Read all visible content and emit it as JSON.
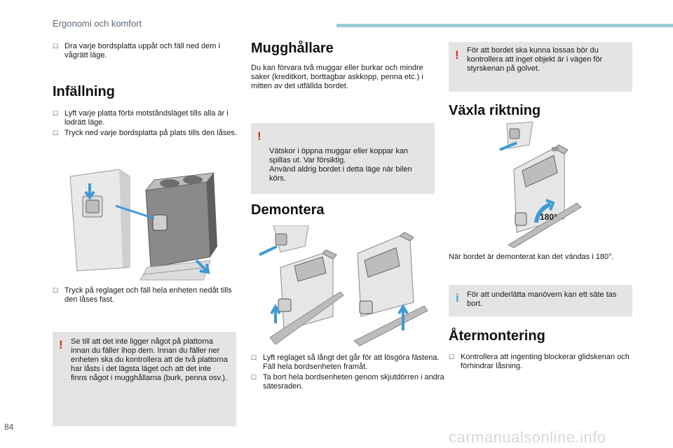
{
  "header": {
    "title": "Ergonomi och komfort"
  },
  "page_number": "84",
  "watermark": "carmanualsonline.info",
  "col1": {
    "bullet1": "Dra varje bordsplatta uppåt och fäll ned dem i vågrätt läge.",
    "heading": "Infällning",
    "bullet2": "Lyft varje platta förbi motståndsläget tills alla är i lodrätt läge.",
    "bullet3": "Tryck ned varje bordsplatta på plats tills den låses.",
    "bullet4": "Tryck på reglaget och fäll hela enheten nedåt tills den låses fast.",
    "warning": "Se till att det inte ligger något på plattorna innan du fäller ihop dem. Innan du fäller ner enheten ska du kontrollera att de två plattorna har låsts i det lägsta läget och att det inte finns något i mugghållarna (burk, penna osv.)."
  },
  "col2": {
    "heading": "Mugghållare",
    "para": "Du kan förvara två muggar eller burkar och mindre saker (kreditkort, borttagbar askkopp, penna etc.) i mitten av det utfällda bordet.",
    "warning": "Vätskor i öppna muggar eller koppar kan spillas ut. Var försiktig.\nAnvänd aldrig bordet i detta läge när bilen körs.",
    "heading2": "Demontera",
    "bullet1": "Lyft reglaget så långt det går för att lösgöra fästena. Fäll hela bordsenheten framåt.",
    "bullet2": "Ta bort hela bordsenheten genom skjutdörren i andra sätesraden."
  },
  "col3": {
    "warning": "För att bordet ska kunna lossas bör du kontrollera att inget objekt är i vägen för styrskenan på golvet.",
    "heading": "Växla riktning",
    "rotation_label": "180°",
    "para": "När bordet är demonterat kan det vändas i 180°.",
    "info": "För att underlätta manövern kan ett säte tas bort.",
    "heading2": "Återmontering",
    "bullet1": "Kontrollera att ingenting blockerar glidskenan och förhindrar låsning."
  },
  "icons": {
    "bullet": "checkbox-bullet-icon",
    "warning": "exclamation-icon",
    "info": "info-icon"
  },
  "colors": {
    "warning_mark": "#e1251b",
    "info_mark": "#3fa2d8",
    "arrow": "#3f9ad3",
    "box_bg": "#e4e4e4",
    "header_bar": "#9ccad6"
  }
}
